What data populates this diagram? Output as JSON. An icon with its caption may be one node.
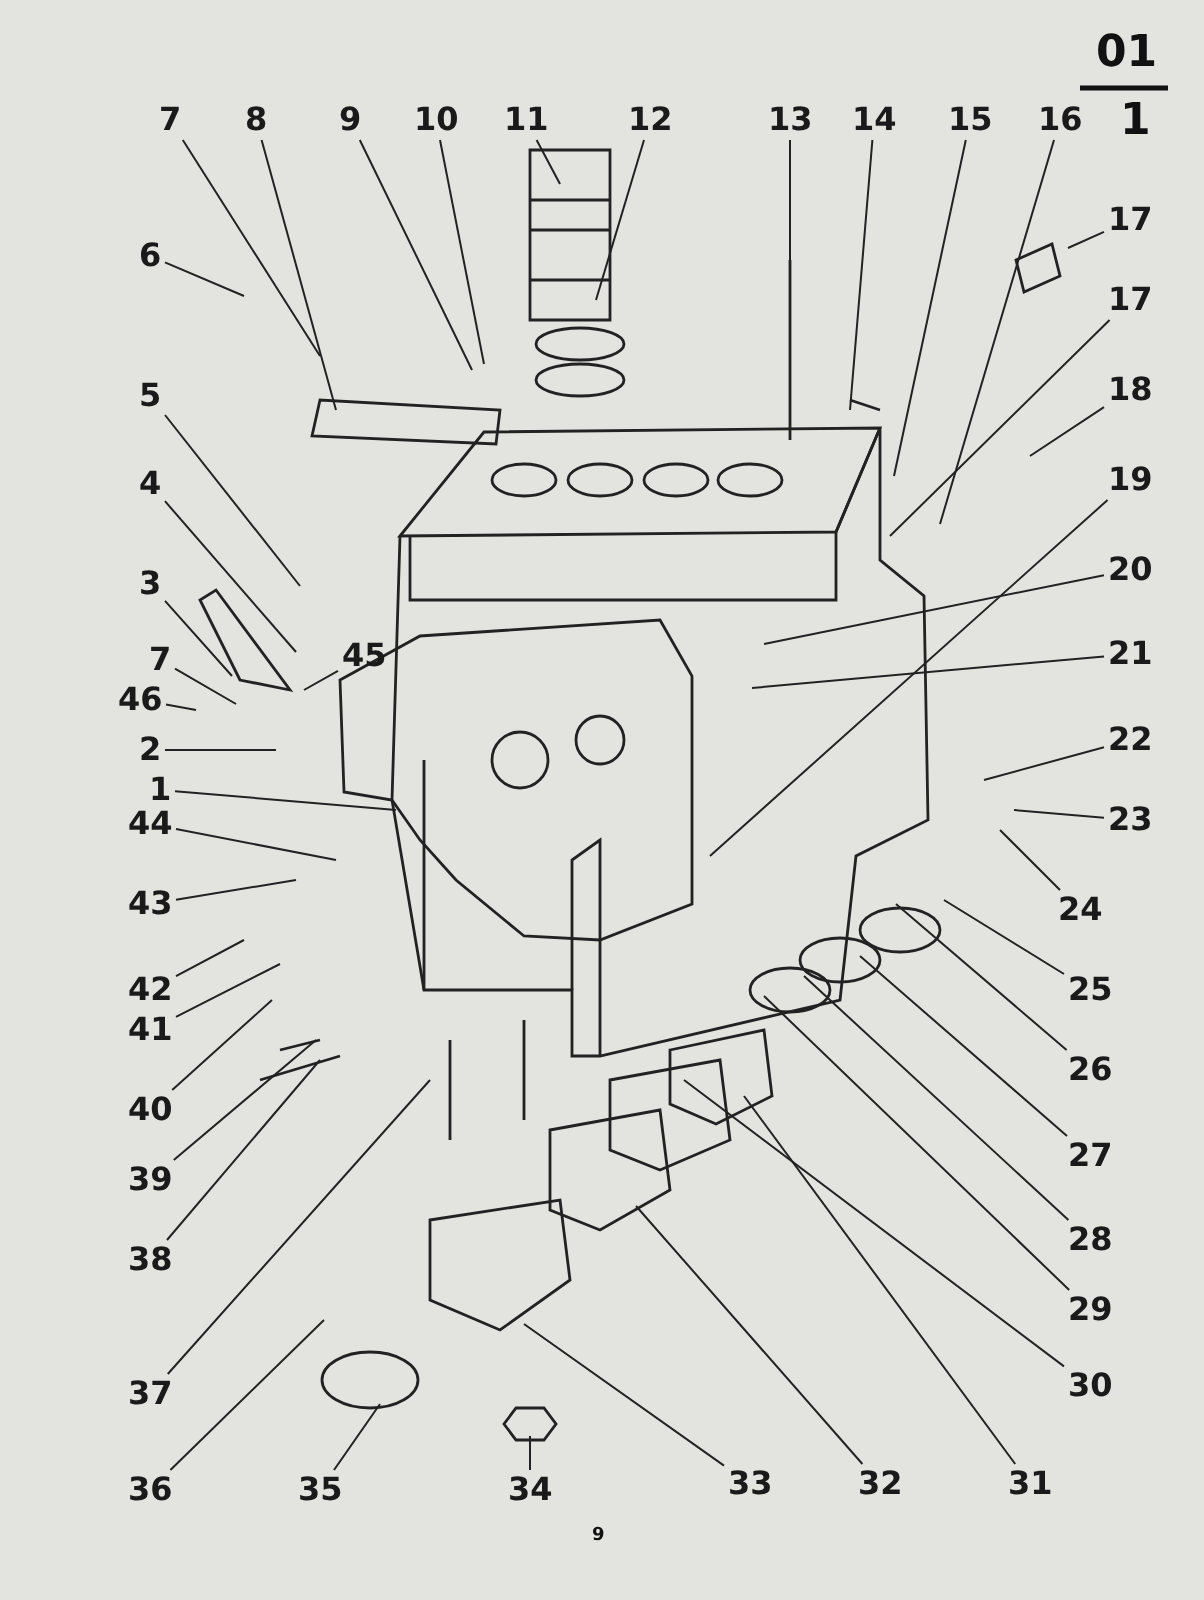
{
  "diagram": {
    "nodes": [
      {
        "text": [
          "7"
        ]
      },
      {
        "text": [
          "8"
        ]
      },
      {
        "text": [
          "9"
        ]
      },
      {
        "text": [
          "10"
        ]
      },
      {
        "text": [
          "11"
        ]
      },
      {
        "text": [
          "12"
        ]
      },
      {
        "text": [
          "13"
        ]
      },
      {
        "text": [
          "14"
        ]
      },
      {
        "text": [
          "15"
        ]
      },
      {
        "text": [
          "16"
        ]
      },
      {
        "text": [
          "17"
        ]
      },
      {
        "text": [
          "6"
        ]
      },
      {
        "text": [
          "17"
        ]
      },
      {
        "text": [
          "18"
        ]
      },
      {
        "text": [
          "5"
        ]
      },
      {
        "text": [
          "19"
        ]
      },
      {
        "text": [
          "4"
        ]
      },
      {
        "text": [
          "20"
        ]
      },
      {
        "text": [
          "3"
        ]
      },
      {
        "text": [
          "45"
        ]
      },
      {
        "text": [
          "7"
        ]
      },
      {
        "text": [
          "46"
        ]
      },
      {
        "text": [
          "21"
        ]
      },
      {
        "text": [
          "2"
        ]
      },
      {
        "text": [
          "1"
        ]
      },
      {
        "text": [
          "22"
        ]
      },
      {
        "text": [
          "44"
        ]
      },
      {
        "text": [
          "23"
        ]
      },
      {
        "text": [
          "43"
        ]
      },
      {
        "text": [
          "24"
        ]
      },
      {
        "text": [
          "42"
        ]
      },
      {
        "text": [
          "25"
        ]
      },
      {
        "text": [
          "41"
        ]
      },
      {
        "text": [
          "26"
        ]
      },
      {
        "text": [
          "40"
        ]
      },
      {
        "text": [
          "27"
        ]
      },
      {
        "text": [
          "39"
        ]
      },
      {
        "text": [
          "28"
        ]
      },
      {
        "text": [
          "38"
        ]
      },
      {
        "text": [
          "29"
        ]
      },
      {
        "text": [
          "37"
        ]
      },
      {
        "text": [
          "30"
        ]
      },
      {
        "text": [
          "36"
        ]
      },
      {
        "text": [
          "35"
        ]
      },
      {
        "text": [
          "34"
        ]
      },
      {
        "text": [
          "33"
        ]
      },
      {
        "text": [
          "32"
        ]
      },
      {
        "text": [
          "31"
        ]
      }
    ],
    "edges": [
      {
        "from": 0,
        "to": null,
        "arrow": "none"
      },
      {
        "from": 1,
        "to": null,
        "arrow": "none"
      },
      {
        "from": 2,
        "to": null,
        "arrow": "none"
      },
      {
        "from": 3,
        "to": null,
        "arrow": "none"
      },
      {
        "from": 4,
        "to": null,
        "arrow": "none"
      },
      {
        "from": 5,
        "to": null,
        "arrow": "none"
      },
      {
        "from": 6,
        "to": null,
        "arrow": "none"
      },
      {
        "from": 7,
        "to": null,
        "arrow": "none"
      },
      {
        "from": 8,
        "to": null,
        "arrow": "none"
      },
      {
        "from": 9,
        "to": null,
        "arrow": "none"
      },
      {
        "from": 10,
        "to": null,
        "arrow": "none"
      },
      {
        "from": 11,
        "to": null,
        "arrow": "none"
      },
      {
        "from": 12,
        "to": null,
        "arrow": "none"
      },
      {
        "from": 13,
        "to": null,
        "arrow": "none"
      },
      {
        "from": 14,
        "to": null,
        "arrow": "none"
      },
      {
        "from": 15,
        "to": null,
        "arrow": "none"
      },
      {
        "from": 16,
        "to": null,
        "arrow": "none"
      },
      {
        "from": 17,
        "to": null,
        "arrow": "none"
      },
      {
        "from": 18,
        "to": null,
        "arrow": "none"
      },
      {
        "from": 19,
        "to": null,
        "arrow": "none"
      },
      {
        "from": 20,
        "to": null,
        "arrow": "none"
      },
      {
        "from": 21,
        "to": null,
        "arrow": "none"
      },
      {
        "from": 22,
        "to": null,
        "arrow": "none"
      },
      {
        "from": 23,
        "to": null,
        "arrow": "none"
      },
      {
        "from": 24,
        "to": null,
        "arrow": "none"
      },
      {
        "from": 25,
        "to": null,
        "arrow": "none"
      },
      {
        "from": 26,
        "to": null,
        "arrow": "none"
      },
      {
        "from": 27,
        "to": null,
        "arrow": "none"
      },
      {
        "from": 28,
        "to": null,
        "arrow": "none"
      },
      {
        "from": 29,
        "to": null,
        "arrow": "none"
      },
      {
        "from": 30,
        "to": null,
        "arrow": "none"
      },
      {
        "from": 31,
        "to": null,
        "arrow": "none"
      },
      {
        "from": 32,
        "to": null,
        "arrow": "none"
      },
      {
        "from": 33,
        "to": null,
        "arrow": "none"
      },
      {
        "from": 34,
        "to": null,
        "arrow": "none"
      },
      {
        "from": 35,
        "to": null,
        "arrow": "none"
      },
      {
        "from": 36,
        "to": null,
        "arrow": "none"
      },
      {
        "from": 37,
        "to": null,
        "arrow": "none"
      },
      {
        "from": 38,
        "to": null,
        "arrow": "none"
      },
      {
        "from": 39,
        "to": null,
        "arrow": "none"
      },
      {
        "from": 40,
        "to": null,
        "arrow": "none"
      },
      {
        "from": 41,
        "to": null,
        "arrow": "none"
      },
      {
        "from": 42,
        "to": null,
        "arrow": "none"
      },
      {
        "from": 43,
        "to": null,
        "arrow": "none"
      },
      {
        "from": 44,
        "to": null,
        "arrow": "none"
      },
      {
        "from": 45,
        "to": null,
        "arrow": "none"
      },
      {
        "from": 46,
        "to": null,
        "arrow": "none"
      },
      {
        "from": 47,
        "to": null,
        "arrow": "none"
      }
    ],
    "labels": [
      "01",
      "1",
      "9"
    ]
  }
}
